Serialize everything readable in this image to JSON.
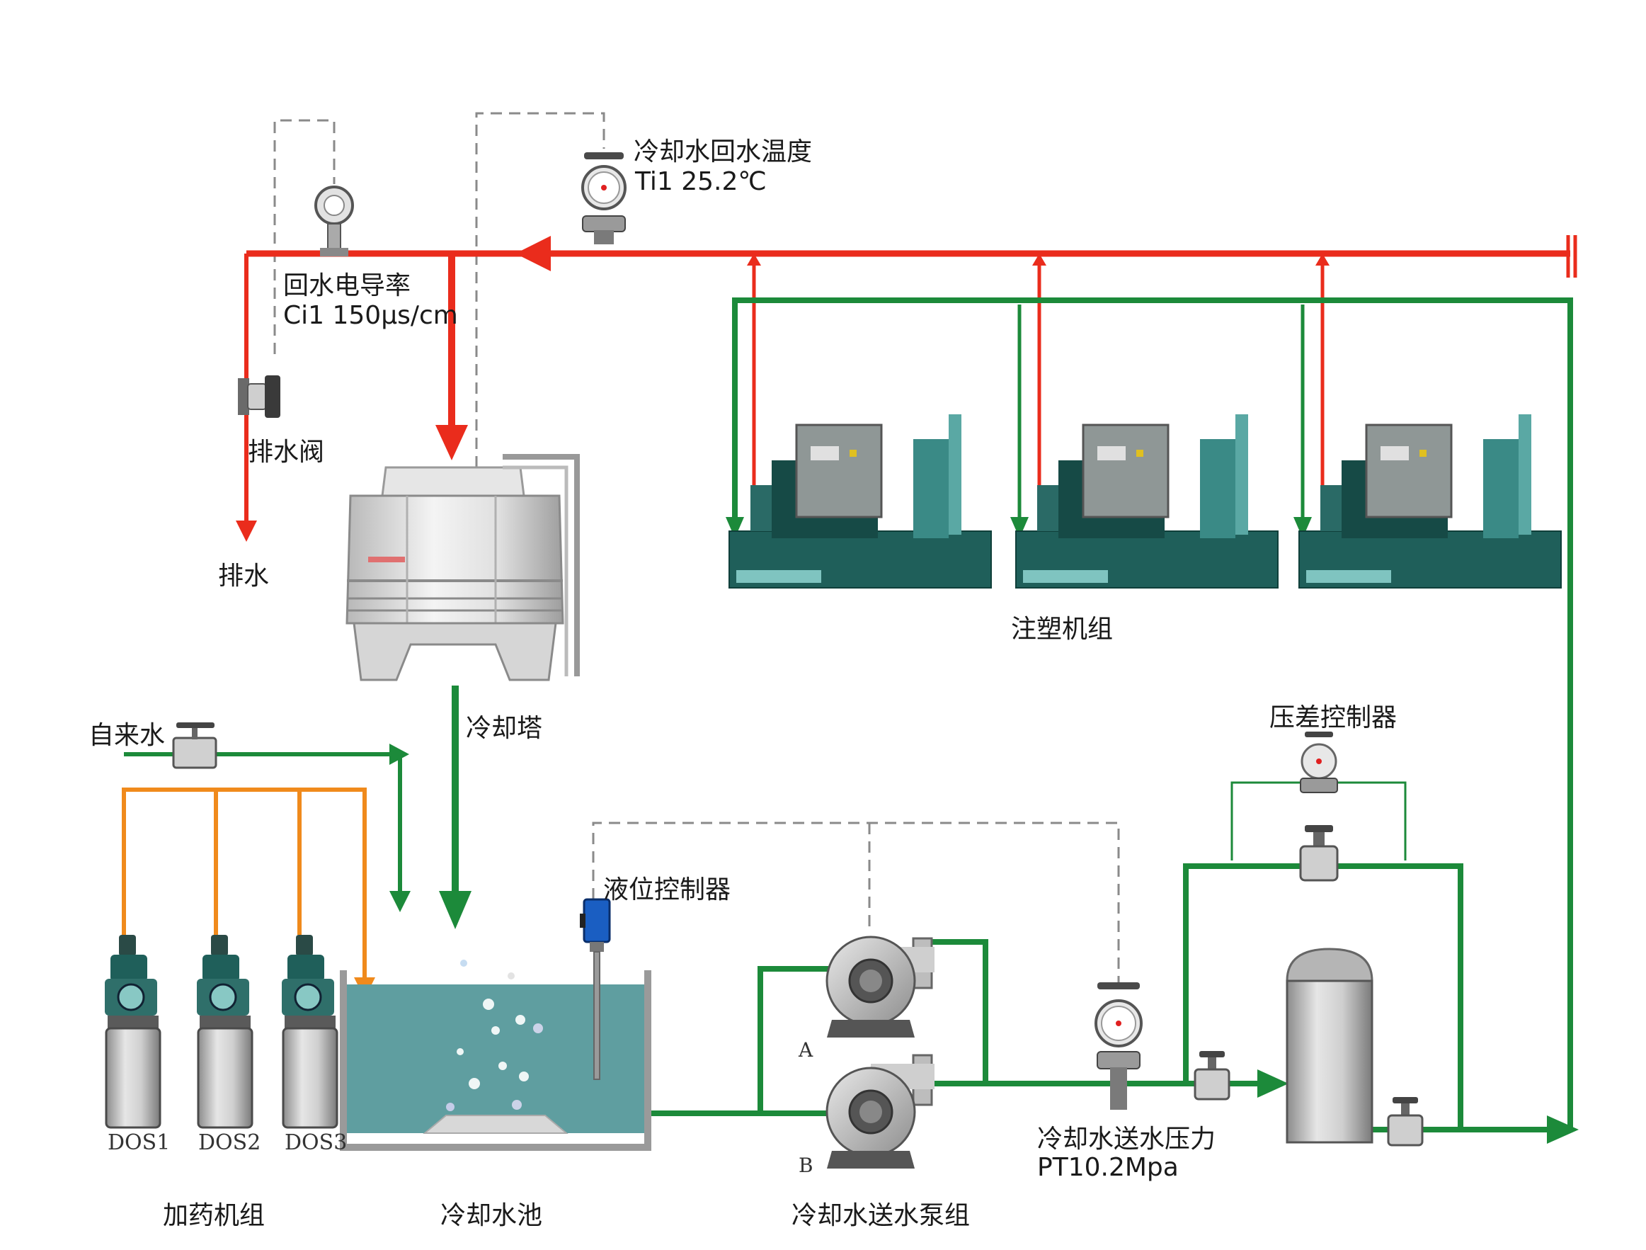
{
  "colors": {
    "return_line": "#ea2c1c",
    "supply_line": "#1c8a3a",
    "dosing_line": "#f08a1c",
    "control_line": "#8a8a8a",
    "water": "#5f9ea0",
    "machine": "#1f5f5a"
  },
  "labels": {
    "return_temp_title": "冷却水回水温度",
    "return_temp_value": "Ti1 25.2℃",
    "conductivity_title": "回水电导率",
    "conductivity_value": "Ci1 150μs/cm",
    "drain_valve": "排水阀",
    "drain": "排水",
    "molding_units": "注塑机组",
    "tap_water": "自来水",
    "cooling_tower": "冷却塔",
    "level_controller": "液位控制器",
    "pressure_diff_controller": "压差控制器",
    "supply_pressure_title": "冷却水送水压力",
    "supply_pressure_value": "PT10.2Mpa",
    "dosing_units": "加药机组",
    "cooling_pool": "冷却水池",
    "pump_group": "冷却水送水泵组",
    "pump_a": "A",
    "pump_b": "B",
    "dos1": "DOS1",
    "dos2": "DOS2",
    "dos3": "DOS3"
  },
  "icons": {
    "thermometer": "thermometer-gauge-icon",
    "conductivity_meter": "conductivity-meter-icon",
    "drain_valve": "solenoid-valve-icon",
    "tap_valve": "ball-valve-icon",
    "pump": "centrifugal-pump-icon",
    "molding_machine": "injection-molding-machine-icon"
  }
}
